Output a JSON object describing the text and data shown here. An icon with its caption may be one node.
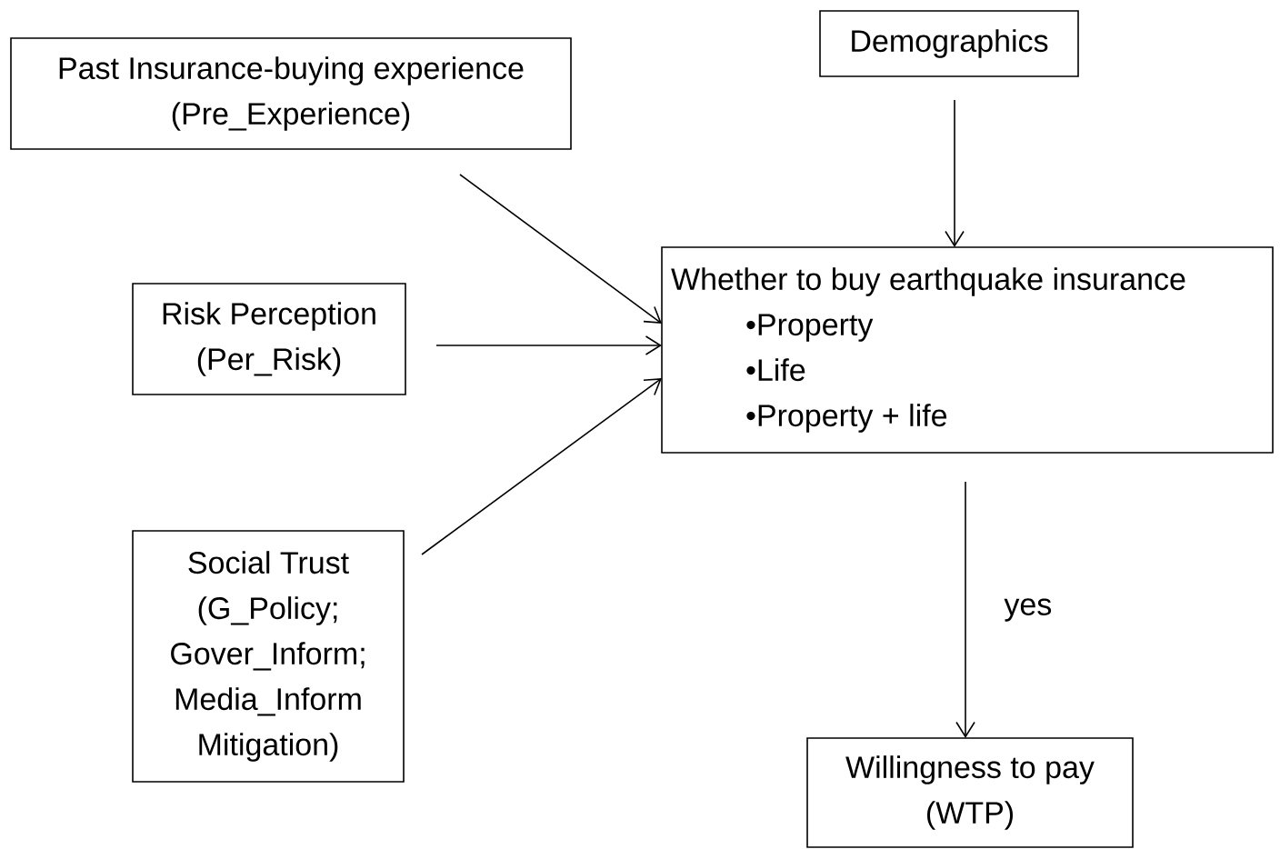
{
  "diagram": {
    "nodes": [
      {
        "text": [
          "Past Insurance-buying experience",
          "(Pre_Experience)"
        ]
      },
      {
        "text": [
          "Demographics"
        ]
      },
      {
        "text": [
          "Risk Perception",
          "(Per_Risk)"
        ]
      },
      {
        "text": [
          "Whether to buy earthquake insurance",
          "•Property",
          "•Life",
          "•Property + life"
        ]
      },
      {
        "text": [
          "Social Trust",
          "(G_Policy; Gover_Inform; Media_Inform Mitigation)"
        ]
      },
      {
        "text": [
          "Willingness to pay",
          "(WTP)"
        ]
      }
    ],
    "edges": [
      {
        "from": 0,
        "to": 3,
        "arrow": "to"
      },
      {
        "from": 1,
        "to": 3,
        "arrow": "to"
      },
      {
        "from": 2,
        "to": 3,
        "arrow": "to"
      },
      {
        "from": 4,
        "to": 3,
        "arrow": "to"
      },
      {
        "from": 3,
        "to": 5,
        "arrow": "to",
        "label": "yes"
      }
    ]
  }
}
